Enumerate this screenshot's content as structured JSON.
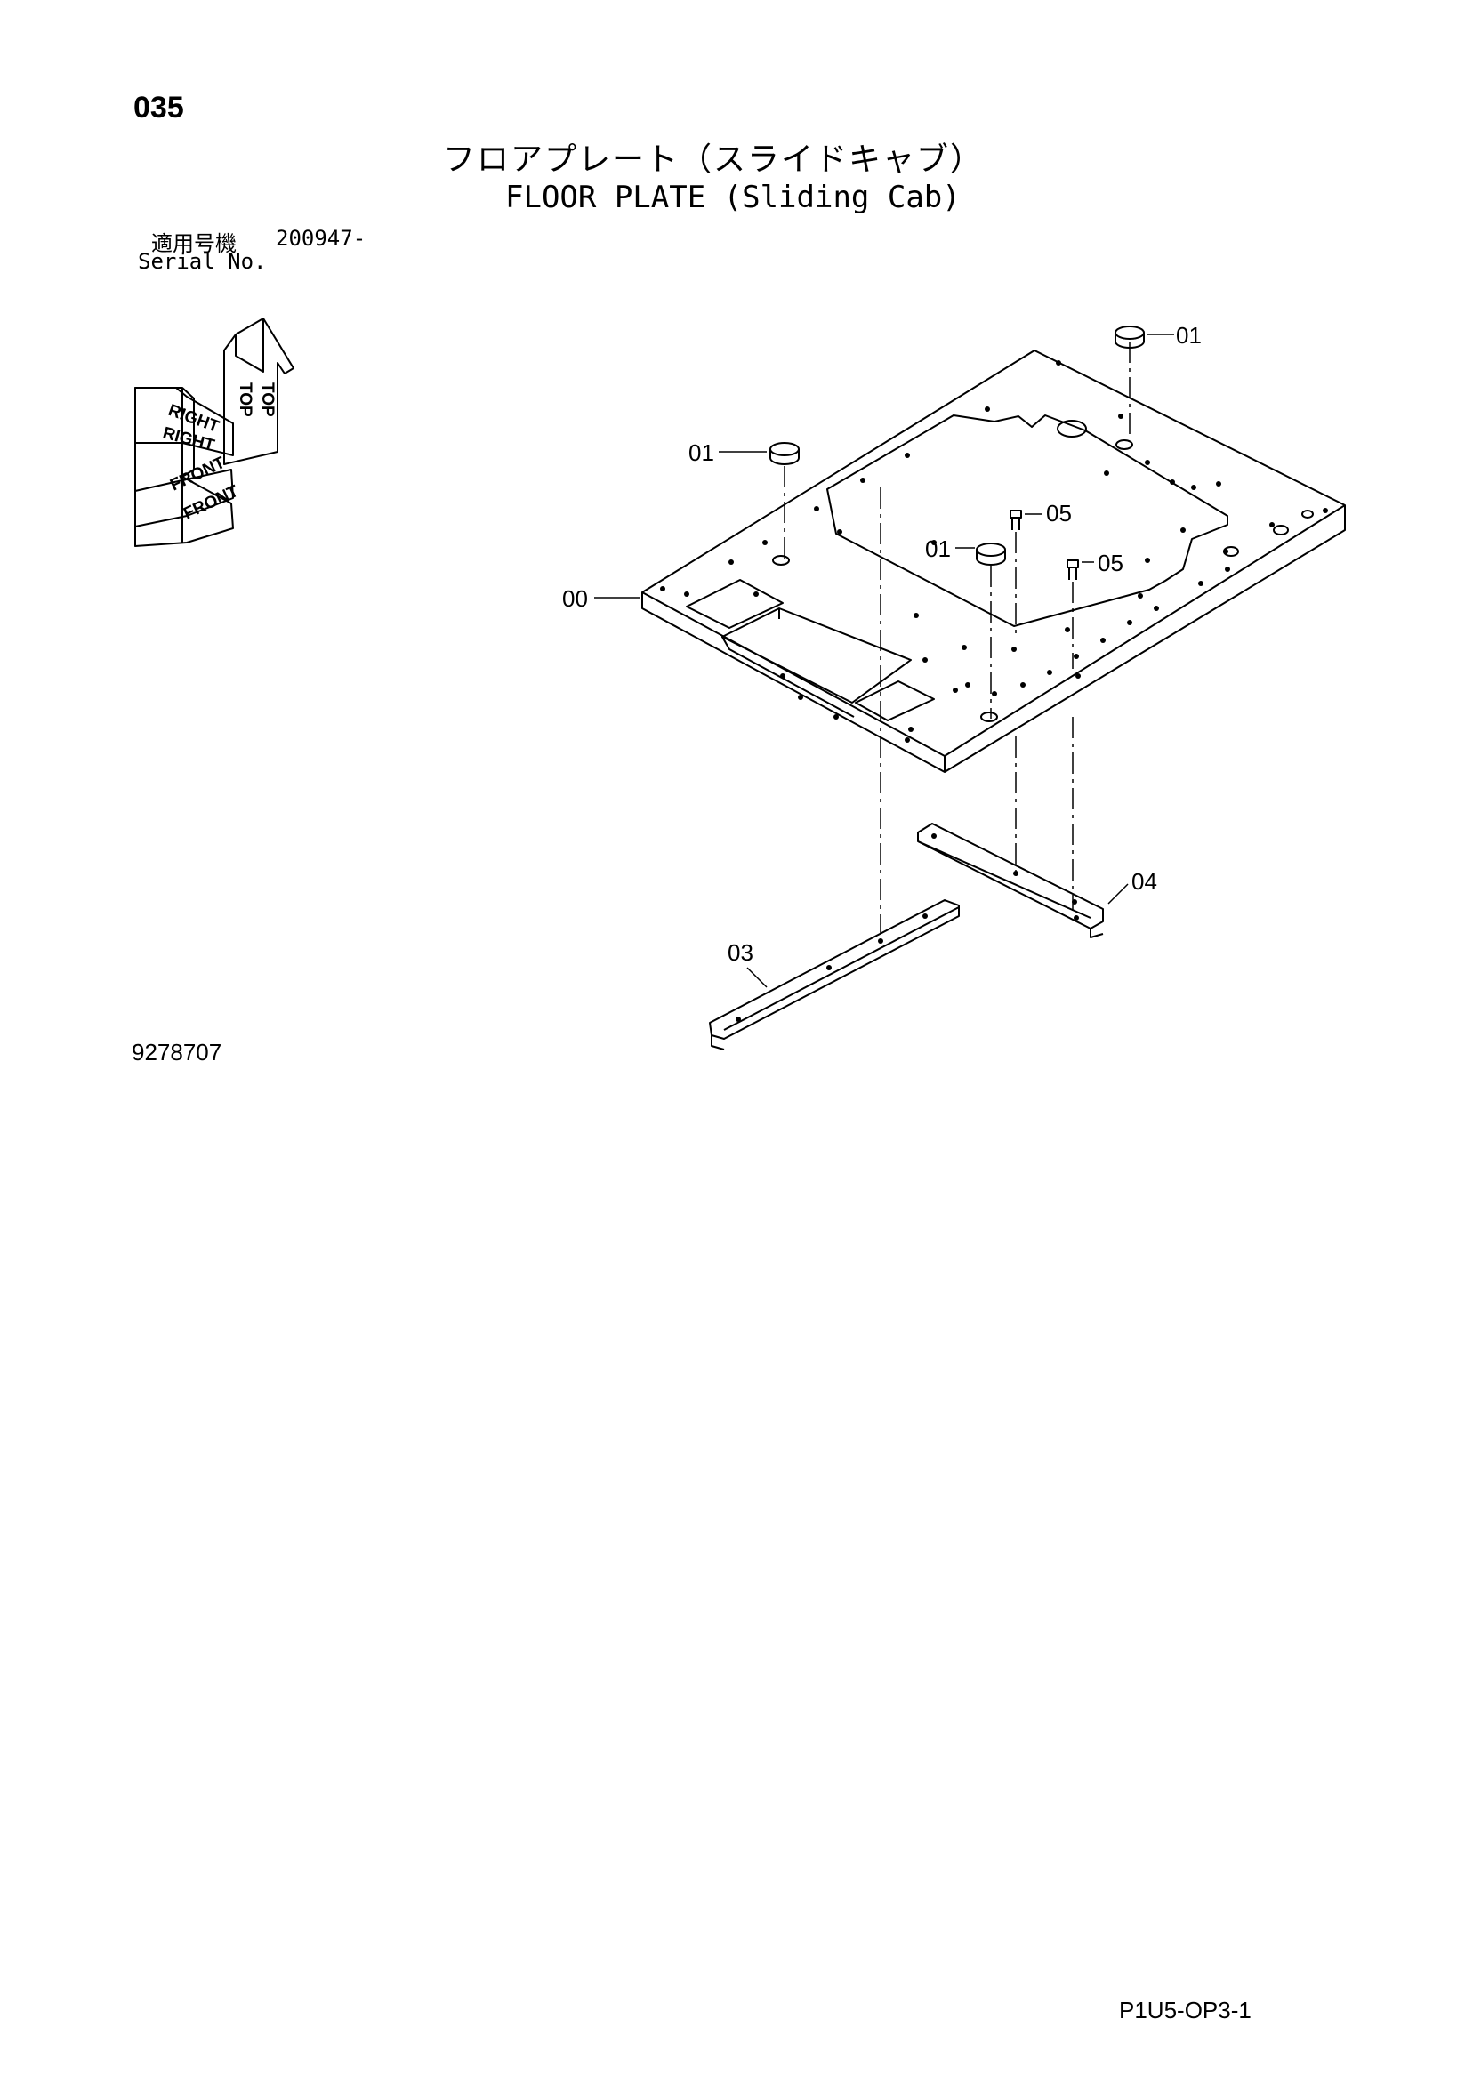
{
  "page": {
    "number": "035",
    "title_jp": "フロアプレート（スライドキャブ）",
    "title_en": "FLOOR PLATE (Sliding Cab)",
    "serial_label_jp": "適用号機",
    "serial_value": "200947-",
    "serial_label_en": "Serial No.",
    "drawing_number": "9278707",
    "page_code": "P1U5-OP3-1"
  },
  "orientation": {
    "top": "TOP",
    "right": "RIGHT",
    "front": "FRONT"
  },
  "callouts": {
    "c00": "00",
    "c01a": "01",
    "c01b": "01",
    "c01c": "01",
    "c03": "03",
    "c04": "04",
    "c05a": "05",
    "c05b": "05"
  }
}
